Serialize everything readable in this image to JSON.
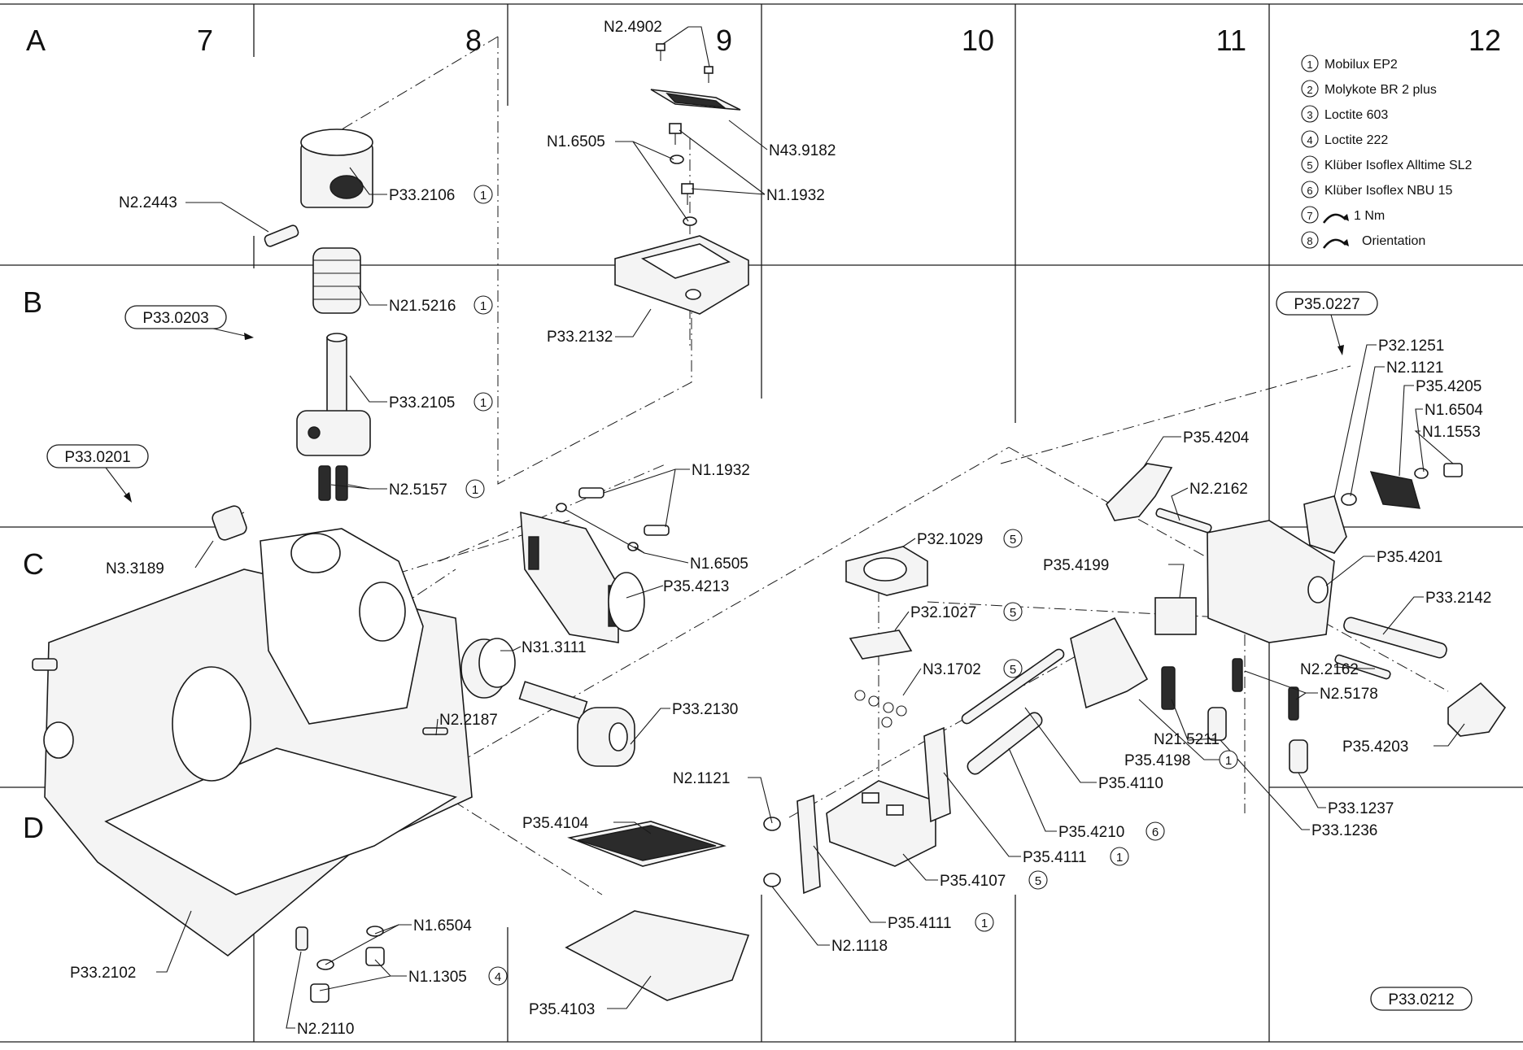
{
  "columns": [
    "7",
    "8",
    "9",
    "10",
    "11",
    "12"
  ],
  "rows": [
    "A",
    "B",
    "C",
    "D"
  ],
  "legend": [
    {
      "num": "1",
      "text": "Mobilux EP2"
    },
    {
      "num": "2",
      "text": "Molykote BR 2 plus"
    },
    {
      "num": "3",
      "text": "Loctite 603"
    },
    {
      "num": "4",
      "text": "Loctite 222"
    },
    {
      "num": "5",
      "text": "Klüber Isoflex Alltime SL2"
    },
    {
      "num": "6",
      "text": "Klüber Isoflex NBU 15"
    },
    {
      "num": "7",
      "text": "1 Nm"
    },
    {
      "num": "8",
      "text": "Orientation"
    }
  ],
  "references": [
    "P33.0203",
    "P33.0201",
    "P35.0227",
    "P33.0212"
  ],
  "labels": {
    "n2_4902": "N2.4902",
    "n43_9182": "N43.9182",
    "n1_6505_top": "N1.6505",
    "n1_1932_top": "N1.1932",
    "p33_2132": "P33.2132",
    "n2_2443": "N2.2443",
    "p33_2106": "P33.2106",
    "n21_5216": "N21.5216",
    "p33_2105": "P33.2105",
    "n2_5157": "N2.5157",
    "n1_1932_mid": "N1.1932",
    "n3_3189": "N3.3189",
    "n1_6505_mid": "N1.6505",
    "p35_4213": "P35.4213",
    "n31_3111": "N31.3111",
    "p33_2130": "P33.2130",
    "n2_2187": "N2.2187",
    "p32_1029": "P32.1029",
    "p32_1027": "P32.1027",
    "n3_1702": "N3.1702",
    "p35_4204": "P35.4204",
    "n2_2162_top": "N2.2162",
    "p32_1251": "P32.1251",
    "n2_1121_r": "N2.1121",
    "p35_4205": "P35.4205",
    "n1_6504_r": "N1.6504",
    "n1_1553": "N1.1553",
    "p35_4201": "P35.4201",
    "p35_4199": "P35.4199",
    "p33_2142": "P33.2142",
    "n2_2162_bot": "N2.2162",
    "n2_5178": "N2.5178",
    "n21_5211": "N21.5211",
    "p35_4198": "P35.4198",
    "p35_4203": "P35.4203",
    "p35_4110": "P35.4110",
    "p33_1237": "P33.1237",
    "p33_1236": "P33.1236",
    "n2_1121_b": "N2.1121",
    "p35_4210": "P35.4210",
    "p35_4111_a": "P35.4111",
    "p35_4107": "P35.4107",
    "p35_4111_b": "P35.4111",
    "n2_1118": "N2.1118",
    "p35_4104": "P35.4104",
    "p35_4103": "P35.4103",
    "n1_6504_b": "N1.6504",
    "n1_1305": "N1.1305",
    "p33_2102": "P33.2102",
    "n2_2110": "N2.2110"
  },
  "callout_nums": {
    "p33_2106": "1",
    "n21_5216": "1",
    "p33_2105": "1",
    "n2_5157": "1",
    "p32_1029": "5",
    "p32_1027": "5",
    "n3_1702": "5",
    "p35_4198": "1",
    "p35_4210": "6",
    "p35_4111_a": "1",
    "p35_4107": "5",
    "p35_4111_b": "1",
    "n1_1305": "4"
  }
}
